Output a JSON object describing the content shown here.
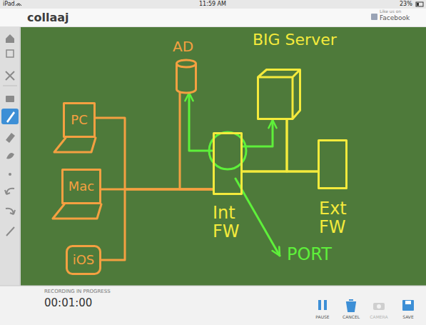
{
  "diagram": {
    "nodes": [
      {
        "text": [
          "AD"
        ]
      },
      {
        "text": [
          "BIG Server"
        ]
      },
      {
        "text": [
          "PC"
        ]
      },
      {
        "text": [
          "Mac"
        ]
      },
      {
        "text": [
          "Int FW"
        ]
      },
      {
        "text": [
          "Ext FW"
        ]
      },
      {
        "text": [
          "iOS"
        ]
      }
    ],
    "edges": [
      {
        "from": 2,
        "to": 4,
        "arrow": "none"
      },
      {
        "from": 3,
        "to": 4,
        "arrow": "none"
      },
      {
        "from": 6,
        "to": 4,
        "arrow": "none"
      },
      {
        "from": 0,
        "to": 4,
        "arrow": "none"
      },
      {
        "from": 4,
        "to": 5,
        "arrow": "none"
      },
      {
        "from": 1,
        "to": 4,
        "arrow": "none"
      },
      {
        "from": 1,
        "to": 5,
        "arrow": "none"
      },
      {
        "from": 4,
        "to": 0,
        "arrow": "to"
      },
      {
        "from": 4,
        "to": 1,
        "arrow": "to"
      }
    ],
    "labels": [
      "iPad",
      "11:59 AM",
      "23%",
      "collaaj",
      "Like us on",
      "Facebook",
      "PORT",
      "RECORDING IN PROGRESS",
      "00:01:00",
      "PAUSE",
      "CANCEL",
      "CAMERA",
      "SAVE"
    ]
  }
}
